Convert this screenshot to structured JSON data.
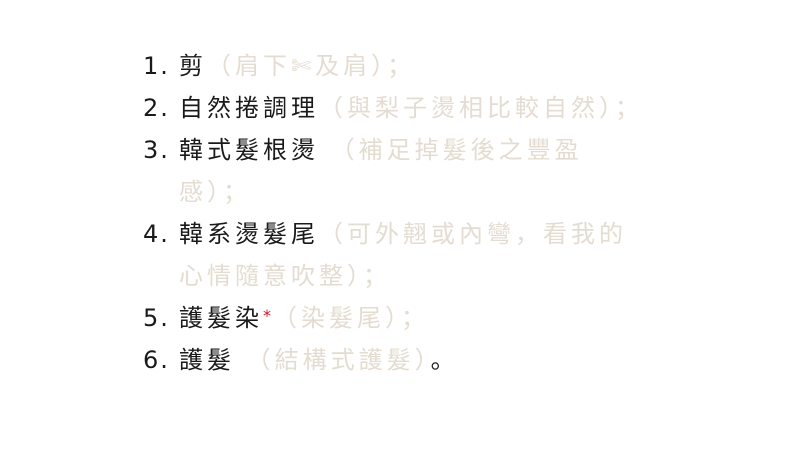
{
  "items": [
    {
      "num": "1.",
      "main": "剪",
      "note": "（肩下✄及肩）；",
      "star": "",
      "end": ""
    },
    {
      "num": "2.",
      "main": "自然捲調理",
      "note": "（與梨子燙相比較自然）；",
      "star": "",
      "end": ""
    },
    {
      "num": "3.",
      "main": "韓式髮根燙",
      "note": " （補足掉髮後之豐盈感）；",
      "star": "",
      "end": ""
    },
    {
      "num": "4.",
      "main": "韓系燙髮尾",
      "note": "（可外翹或內彎，看我的心情隨意吹整）；",
      "star": "",
      "end": ""
    },
    {
      "num": "5.",
      "main": "護髮染",
      "note": "（染髮尾）；",
      "star": "*",
      "end": ""
    },
    {
      "num": "6.",
      "main": "護髮",
      "note": " （結構式護髮）",
      "star": "",
      "end": "。"
    }
  ],
  "colors": {
    "main_text": "#1a1a1a",
    "note_text": "#e4dcd0",
    "asterisk": "#d0142a"
  }
}
